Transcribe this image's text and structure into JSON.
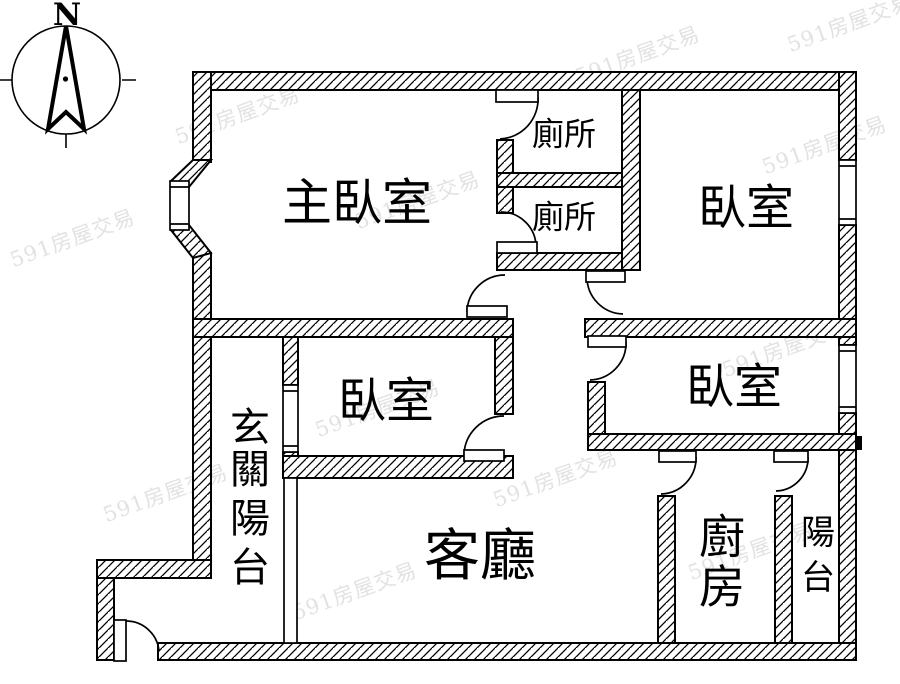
{
  "compass": {
    "label": "N"
  },
  "watermark": {
    "text": "591房屋交易",
    "color": "#e2e2e2"
  },
  "rooms": {
    "master_bedroom": {
      "label": "主臥室"
    },
    "toilet_top": {
      "label": "廁所"
    },
    "toilet_bottom": {
      "label": "廁所"
    },
    "bedroom_top_right": {
      "label": "臥室"
    },
    "bedroom_mid_left": {
      "label": "臥室"
    },
    "bedroom_mid_right": {
      "label": "臥室"
    },
    "entry_balcony": {
      "label": "玄關陽台",
      "chars": [
        "玄",
        "關",
        "陽",
        "台"
      ]
    },
    "living_room": {
      "label": "客廳"
    },
    "kitchen": {
      "label": "廚房",
      "chars": [
        "廚",
        "房"
      ]
    },
    "balcony": {
      "label": "陽台",
      "chars": [
        "陽",
        "台"
      ]
    }
  },
  "colors": {
    "line": "#000000",
    "background": "#ffffff",
    "watermark": "#e2e2e2"
  }
}
